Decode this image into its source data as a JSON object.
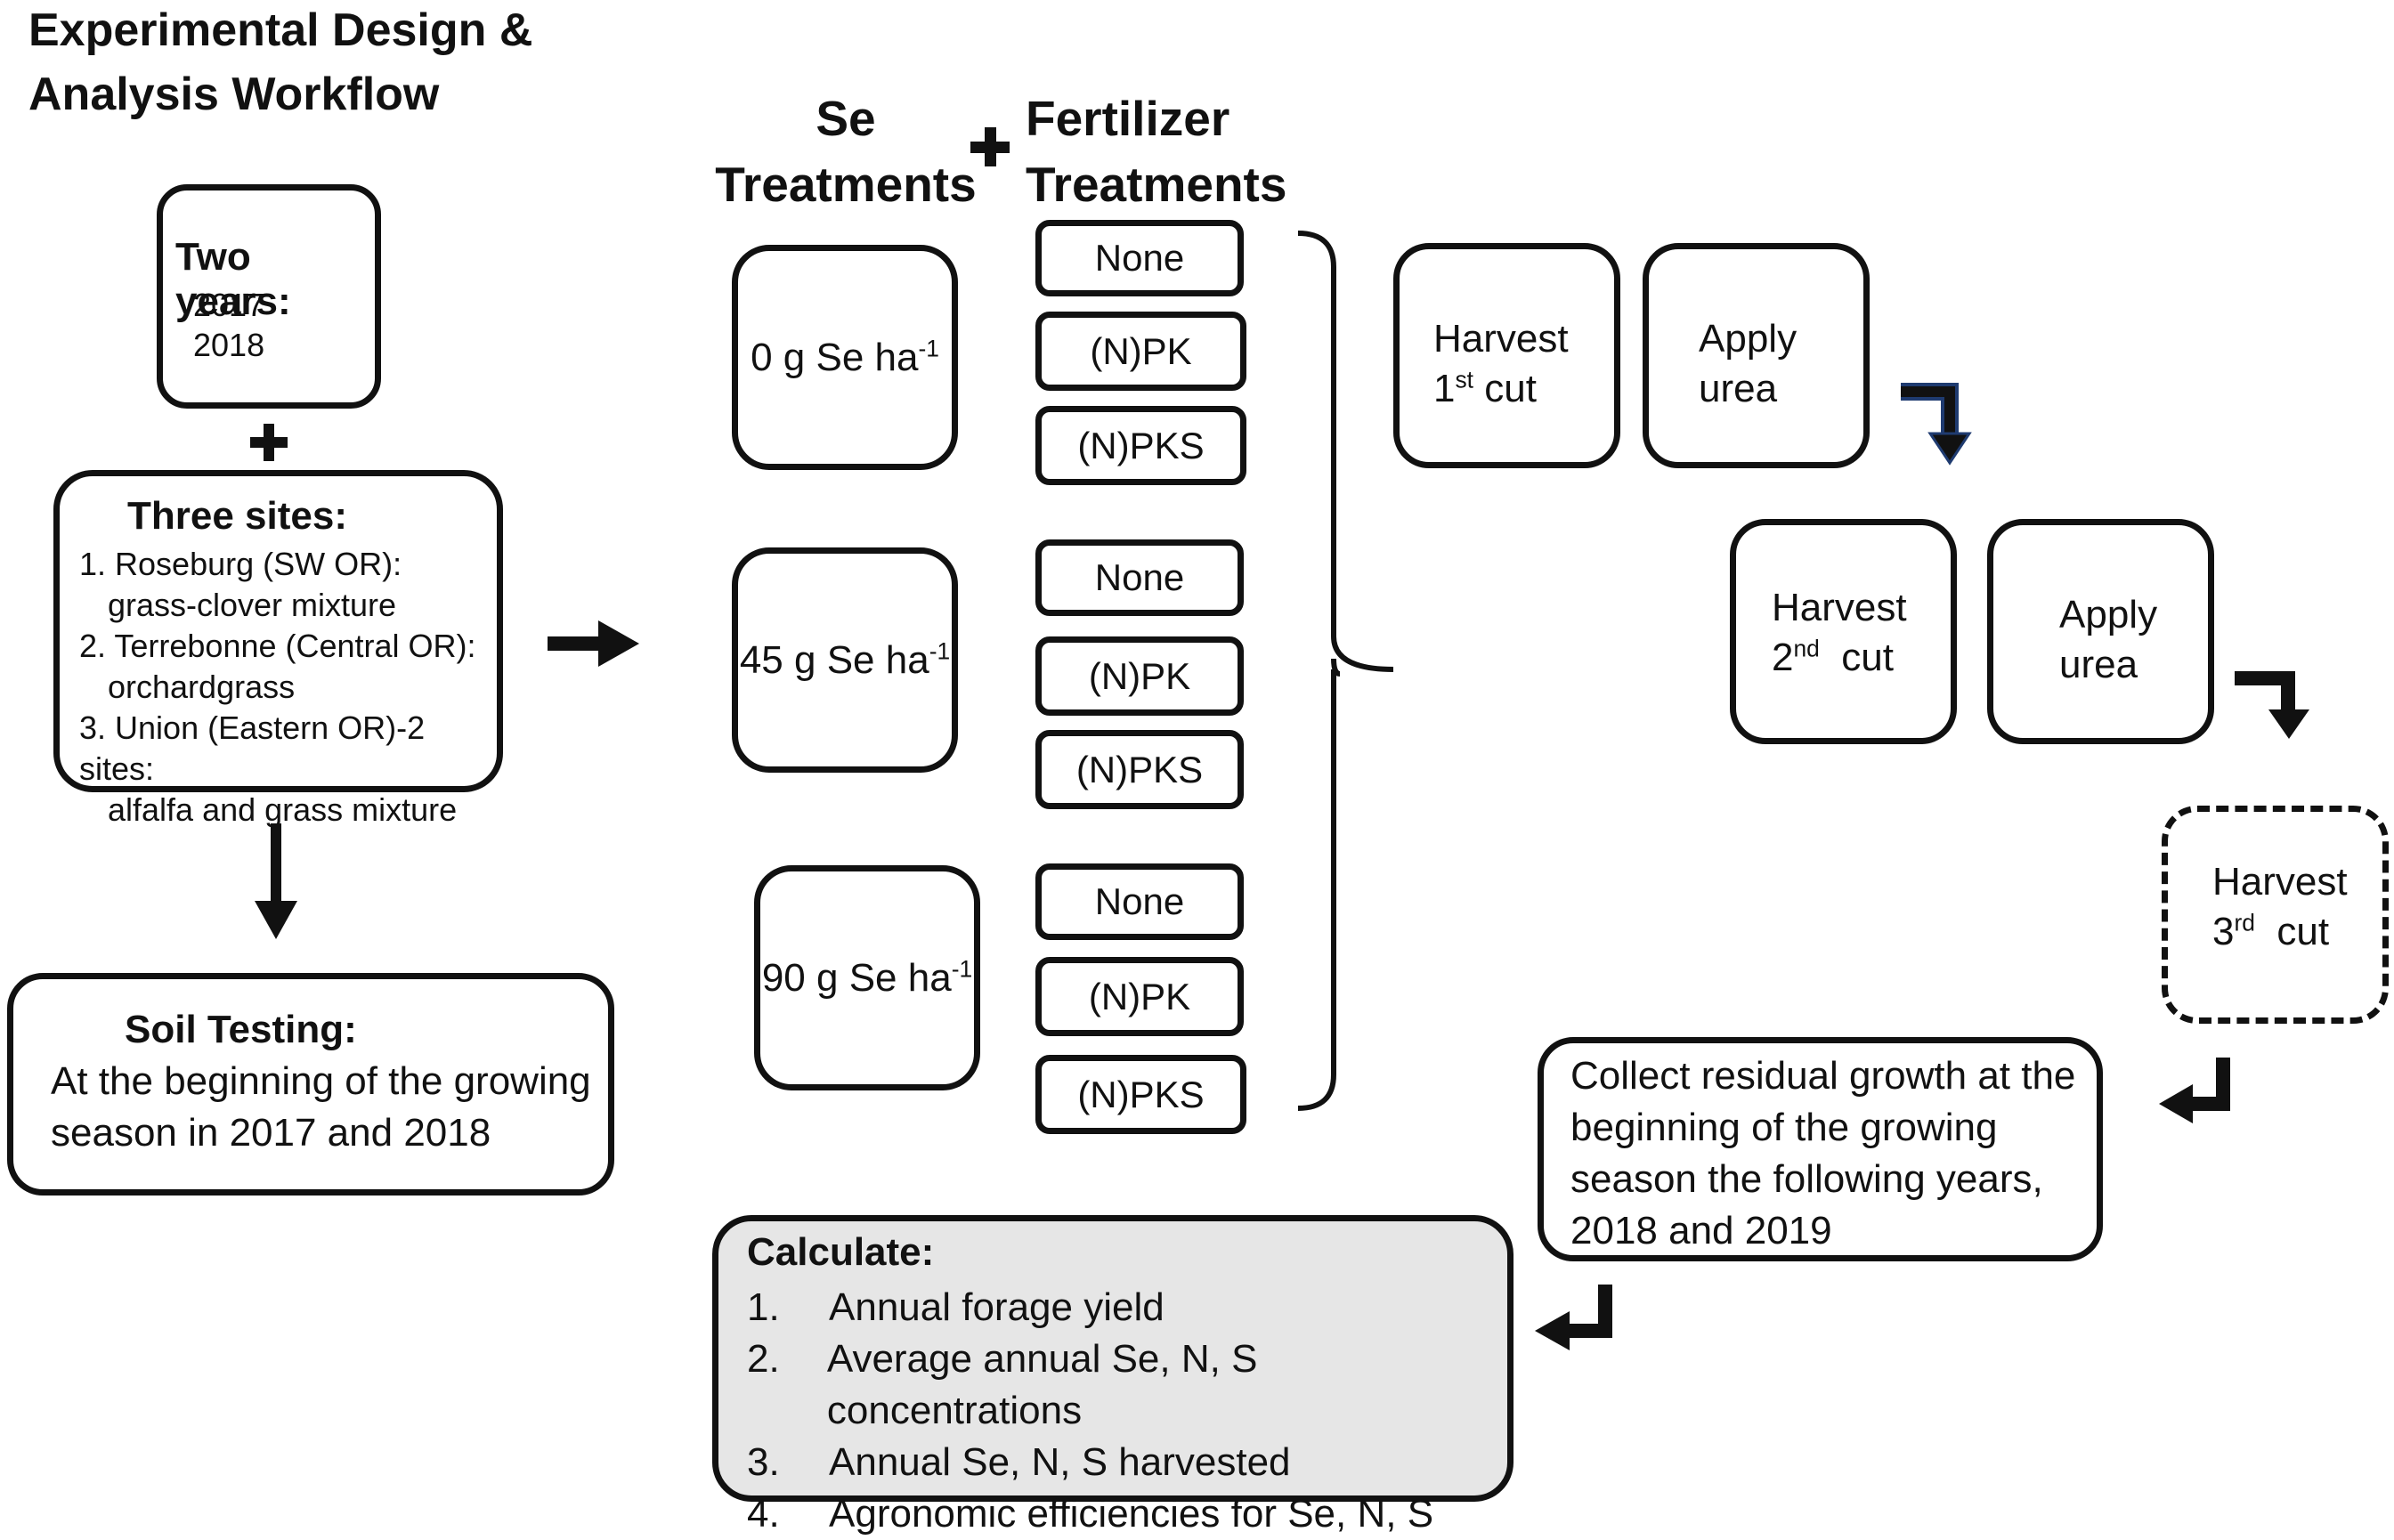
{
  "title": {
    "line1": "Experimental Design &",
    "line2": "Analysis Workflow"
  },
  "years": {
    "heading": "Two years:",
    "items": [
      "2017",
      "2018"
    ]
  },
  "sites": {
    "heading": "Three sites:",
    "items": [
      {
        "line1": "1. Roseburg (SW OR):",
        "line2": "grass-clover mixture"
      },
      {
        "line1": "2. Terrebonne (Central OR):",
        "line2": "orchardgrass"
      },
      {
        "line1": "3. Union (Eastern OR)-2 sites:",
        "line2": "alfalfa and grass mixture"
      }
    ]
  },
  "soil_testing": {
    "heading": "Soil Testing:",
    "line1": "At the beginning of the growing",
    "line2": "season in 2017 and 2018"
  },
  "se_header": {
    "line1": "Se",
    "line2": "Treatments"
  },
  "fert_header": {
    "line1": "Fertilizer",
    "line2": "Treatments"
  },
  "se_treatments": [
    {
      "base": "0 g Se ha",
      "sup": "-1"
    },
    {
      "base": "45 g Se ha",
      "sup": "-1"
    },
    {
      "base": "90 g Se ha",
      "sup": "-1"
    }
  ],
  "fertilizer_groups": [
    [
      "None",
      "(N)PK",
      "(N)PKS"
    ],
    [
      "None",
      "(N)PK",
      "(N)PKS"
    ],
    [
      "None",
      "(N)PK",
      "(N)PKS"
    ]
  ],
  "harvest1": {
    "line1": "Harvest",
    "num": "1",
    "sup": "st",
    "word": " cut"
  },
  "apply1": {
    "line1": "Apply",
    "line2": "urea"
  },
  "harvest2": {
    "line1": "Harvest",
    "num": "2",
    "sup": "nd",
    "word": "  cut"
  },
  "apply2": {
    "line1": "Apply",
    "line2": "urea"
  },
  "harvest3": {
    "line1": "Harvest",
    "num": "3",
    "sup": "rd",
    "word": "  cut"
  },
  "residual": {
    "lines": [
      "Collect residual growth at the",
      "beginning of the growing",
      "season the following years,",
      "2018 and 2019"
    ]
  },
  "calculate": {
    "heading": "Calculate:",
    "items": [
      {
        "n": "1.",
        "text": "Annual forage yield"
      },
      {
        "n": "2.",
        "text": "Average annual Se, N, S concentrations"
      },
      {
        "n": "3.",
        "text": "Annual Se, N, S harvested"
      },
      {
        "n": "4.",
        "text": "Agronomic efficiencies for Se, N, S"
      }
    ]
  },
  "colors": {
    "stroke": "#111111",
    "calc_fill": "#e6e6e6",
    "blue_arrow_outline": "#1f3b70"
  }
}
